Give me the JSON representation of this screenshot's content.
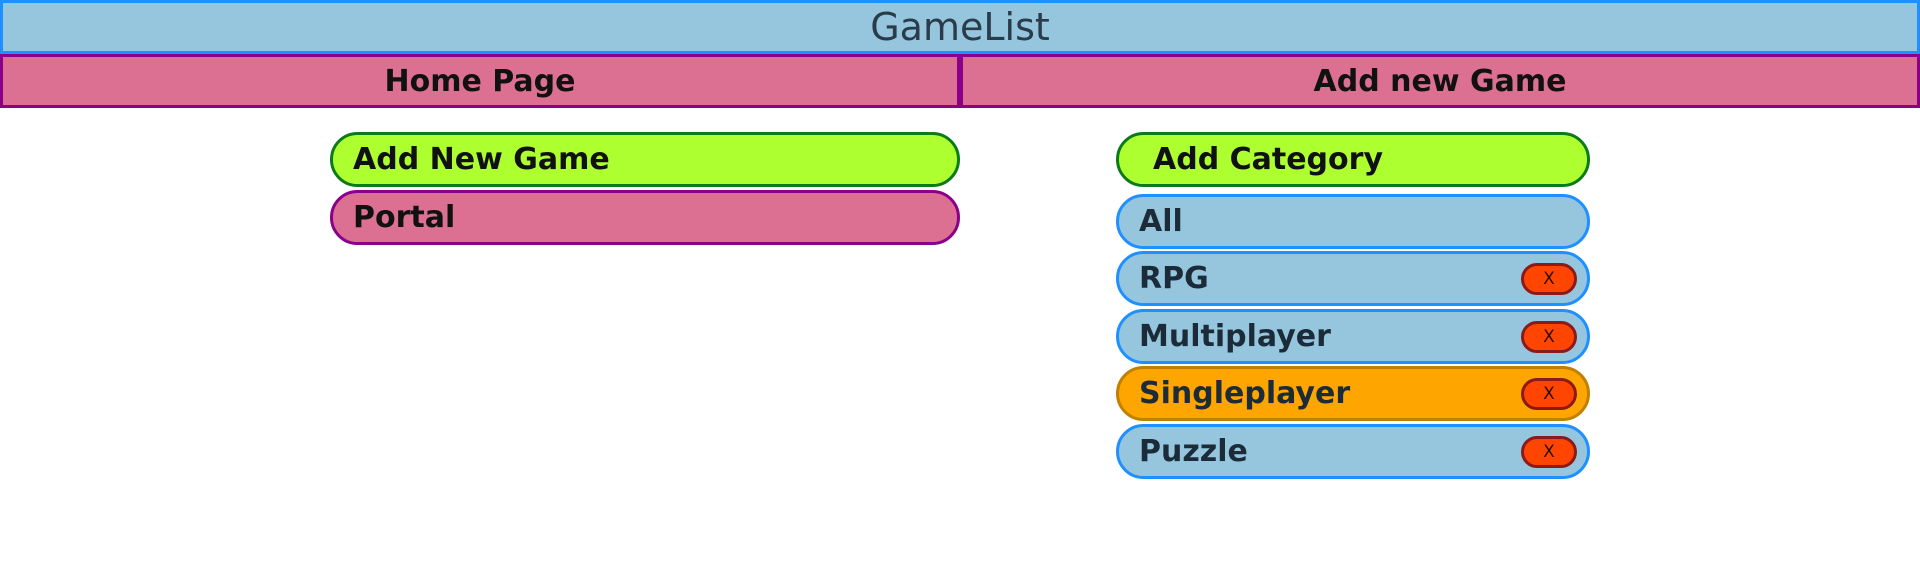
{
  "app": {
    "title": "GameList"
  },
  "nav": {
    "tabs": [
      {
        "label": "Home Page"
      },
      {
        "label": "Add new Game"
      }
    ]
  },
  "left": {
    "add_game_label": "Add New Game",
    "portal_label": "Portal"
  },
  "right": {
    "add_category_label": "Add Category",
    "categories": [
      {
        "label": "All",
        "deletable": false,
        "selected": false
      },
      {
        "label": "RPG",
        "deletable": true,
        "selected": false,
        "delete_label": "X"
      },
      {
        "label": "Multiplayer",
        "deletable": true,
        "selected": false,
        "delete_label": "X"
      },
      {
        "label": "Singleplayer",
        "deletable": true,
        "selected": true,
        "delete_label": "X"
      },
      {
        "label": "Puzzle",
        "deletable": true,
        "selected": false,
        "delete_label": "X"
      }
    ]
  },
  "colors": {
    "header_bg": "#95c6de",
    "header_border": "#1e90ff",
    "nav_bg": "#db7093",
    "nav_border": "#8b008b",
    "add_button_bg": "#adff2f",
    "selected_category_bg": "#ffa500",
    "delete_button_bg": "#ff4500"
  }
}
